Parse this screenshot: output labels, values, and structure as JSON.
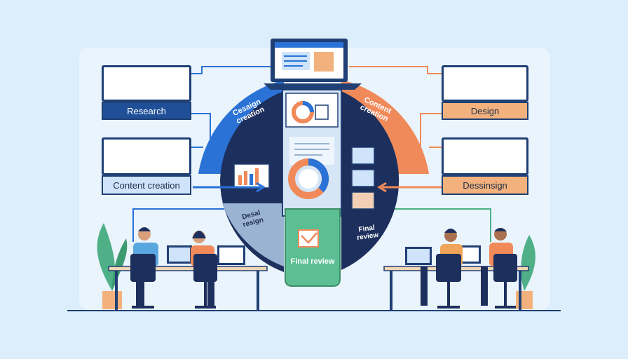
{
  "cards": {
    "research": "Research",
    "content_creation": "Content creation",
    "design": "Design",
    "design_alt": "Dessinsign"
  },
  "ring": {
    "top_left": "Cesaign creation",
    "top_right": "Content creation",
    "bottom_left": "Desal resign",
    "bottom_right": "Final review",
    "center_bottom": "Final review"
  },
  "colors": {
    "navy": "#1f3f75",
    "blue": "#2a72d6",
    "orange": "#f08a5a",
    "green": "#4fb087",
    "dark": "#1d2f5c"
  }
}
